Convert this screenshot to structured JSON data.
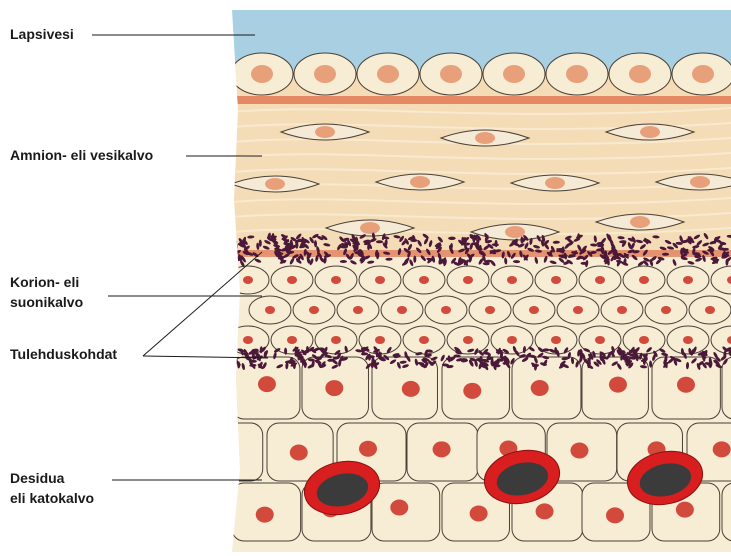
{
  "labels": {
    "amniotic_fluid": "Lapsivesi",
    "amnion": "Amnion- eli vesikalvo",
    "chorion": "Korion- eli\nsuonikalvo",
    "inflammation": "Tulehduskohdat",
    "decidua": "Desidua\neli katokalvo"
  },
  "colors": {
    "fluid": "#a9cfe3",
    "amnion_bg": "#f3dcb6",
    "cell_fill": "#f7ecd4",
    "cell_outline": "#4a4036",
    "amnion_nucleus": "#e8a07a",
    "red_nucleus": "#d24a3c",
    "membrane_band": "#e07a55",
    "inflammation_cells": "#4a1838",
    "vessel_outer": "#d81e1e",
    "vessel_inner": "#3b3b3b",
    "leader_line": "#1a1a1a"
  }
}
